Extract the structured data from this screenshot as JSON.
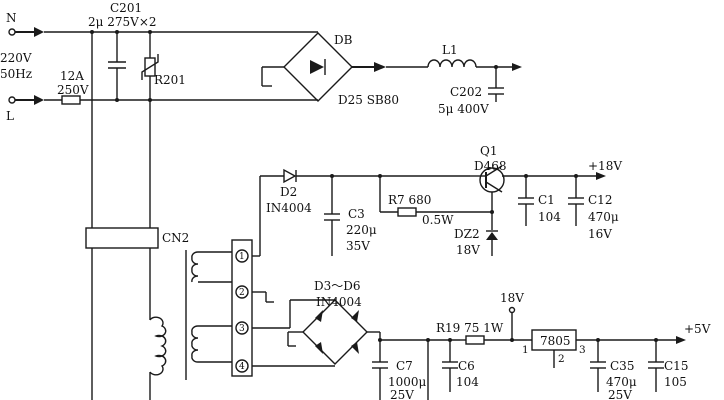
{
  "labels": {
    "N": "N",
    "L": "L",
    "mains_v": "220V",
    "mains_f": "50Hz",
    "fuse_a": "12A",
    "fuse_v": "250V",
    "c201_name": "C201",
    "c201_val": "2μ 275V×2",
    "r201": "R201",
    "db": "DB",
    "db_part": "D25 SB80",
    "l1": "L1",
    "c202_name": "C202",
    "c202_val": "5μ 400V",
    "cn2": "CN2",
    "q1": "Q1",
    "q1_part": "D468",
    "plus18_top": "+18V",
    "d2": "D2",
    "d2_part": "IN4004",
    "c3": "C3",
    "c3_val": "220μ",
    "c3_v": "35V",
    "r7": "R7 680",
    "r7_w": "0.5W",
    "dz2": "DZ2",
    "dz2_v": "18V",
    "c1": "C1",
    "c1_val": "104",
    "c12": "C12",
    "c12_val": "470μ",
    "c12_v": "16V",
    "pin1": "1",
    "pin2": "2",
    "pin3": "3",
    "pin4": "4",
    "d3d6": "D3～D6",
    "d3d6_part": "IN4004",
    "plus18_mid": "18V",
    "r19": "R19 75 1W",
    "reg": "7805",
    "reg_p1": "1",
    "reg_p2": "2",
    "reg_p3": "3",
    "plus5": "+5V",
    "c7": "C7",
    "c7_val": "1000μ",
    "c7_v": "25V",
    "c6": "C6",
    "c6_val": "104",
    "c35": "C35",
    "c35_val": "470μ",
    "c35_v": "25V",
    "c15": "C15",
    "c15_val": "105"
  }
}
